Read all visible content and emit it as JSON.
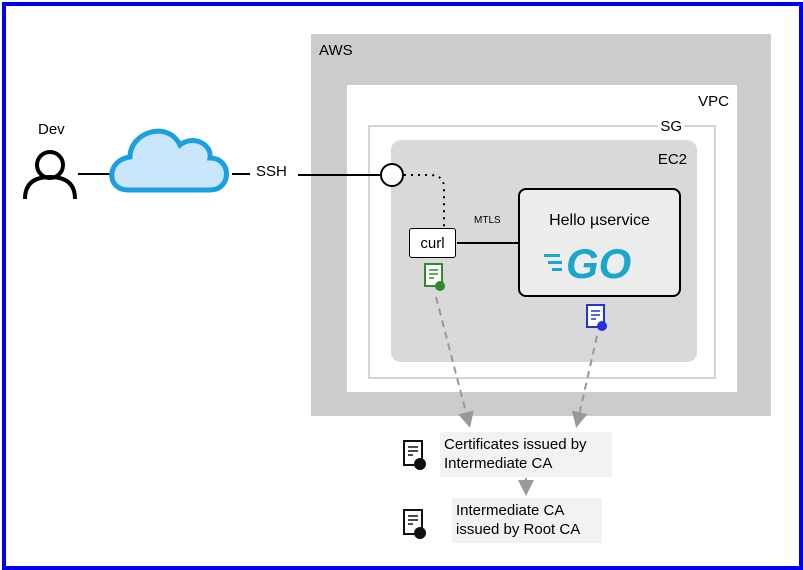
{
  "labels": {
    "aws": "AWS",
    "vpc": "VPC",
    "sg": "SG",
    "ec2": "EC2",
    "dev": "Dev",
    "ssh": "SSH",
    "mtls": "MTLS",
    "curl": "curl",
    "service_title": "Hello µservice",
    "go_logo": "GO"
  },
  "notes": {
    "intermediate_certs": "Certificates issued by Intermediate CA",
    "root_ca": "Intermediate CA issued by Root CA"
  },
  "icons": [
    "user-icon",
    "cloud-icon",
    "certificate-icon"
  ],
  "colors": {
    "frame": "#0000ee",
    "aws_bg": "#cccccc",
    "ec2_bg": "#d9d9d9",
    "cloud_fill": "#c9e6fa",
    "cloud_stroke": "#1aa0e0",
    "go_blue": "#1aa7cf",
    "cert_green": "#2e8b2e",
    "cert_blue": "#2233dd",
    "arrow": "#999999"
  }
}
